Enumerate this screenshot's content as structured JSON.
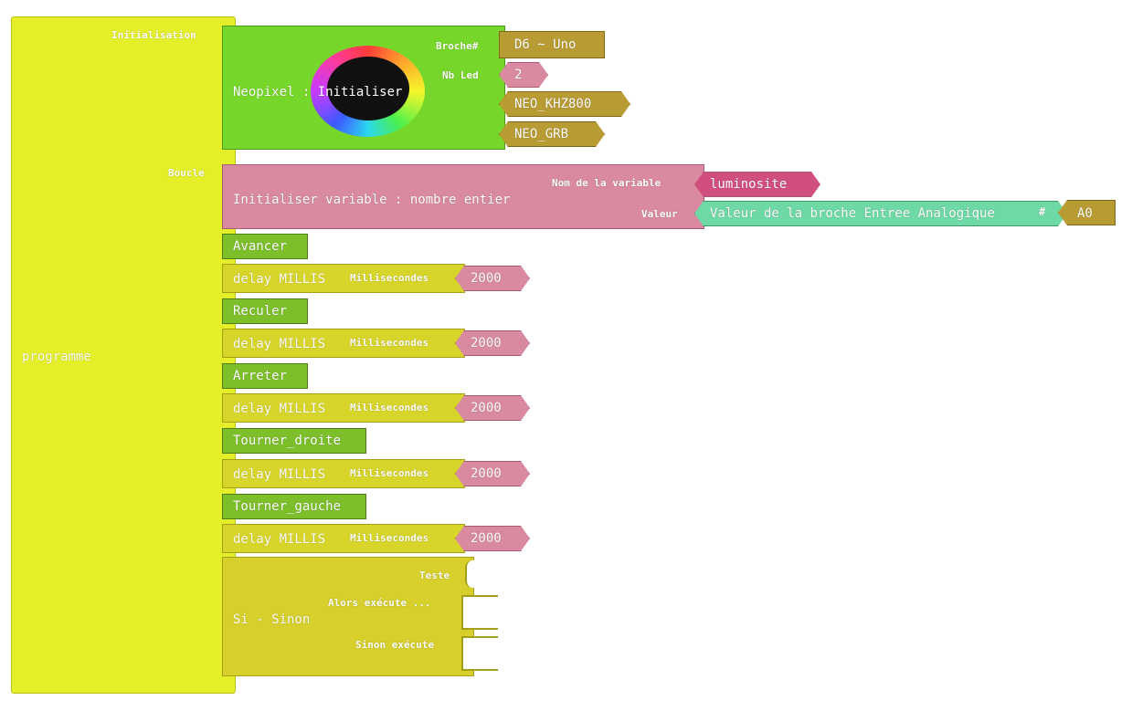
{
  "program": {
    "label": "programme",
    "init_label": "Initialisation",
    "loop_label": "Boucle"
  },
  "neopixel": {
    "title": "Neopixel : Initialiser",
    "pin_label": "Broche#",
    "pin_value": "D6 ~ Uno",
    "nbled_label": "Nb Led",
    "nbled_value": "2",
    "khz_value": "NEO_KHZ800",
    "grb_value": "NEO_GRB"
  },
  "variable": {
    "title": "Initialiser variable : nombre entier",
    "name_label": "Nom de la variable",
    "name_value": "luminosite",
    "value_label": "Valeur",
    "analog_label": "Valeur de la broche Entree Analogique",
    "hash": "#",
    "analog_pin": "A0"
  },
  "steps": [
    {
      "command": "Avancer",
      "delay_label": "delay MILLIS",
      "ms_label": "Millisecondes",
      "ms_value": "2000"
    },
    {
      "command": "Reculer",
      "delay_label": "delay MILLIS",
      "ms_label": "Millisecondes",
      "ms_value": "2000"
    },
    {
      "command": "Arreter",
      "delay_label": "delay MILLIS",
      "ms_label": "Millisecondes",
      "ms_value": "2000"
    },
    {
      "command": "Tourner_droite",
      "delay_label": "delay MILLIS",
      "ms_label": "Millisecondes",
      "ms_value": "2000"
    },
    {
      "command": "Tourner_gauche",
      "delay_label": "delay MILLIS",
      "ms_label": "Millisecondes",
      "ms_value": "2000"
    }
  ],
  "ifelse": {
    "title": "Si - Sinon",
    "test_label": "Teste",
    "then_label": "Alors exécute ...",
    "else_label": "Sinon exécute"
  }
}
